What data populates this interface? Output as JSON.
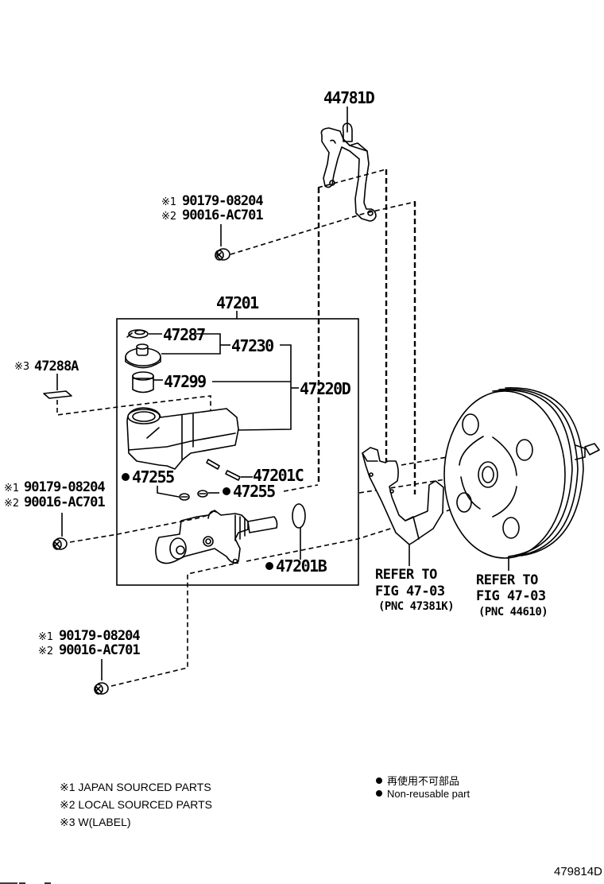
{
  "diagram": {
    "illustration_number": "479814D",
    "assembly": {
      "part_number": "47201"
    },
    "callouts": {
      "bracket_top": "44781D",
      "reservoir_cap_seal": "47287",
      "reservoir_cap_assy": "47230",
      "grommet": "47299",
      "reservoir_assy": "47220D",
      "label": "47288A",
      "label_mark": "※3",
      "pin": "47201C",
      "grommet_left": "47255",
      "grommet_right": "47255",
      "o_ring": "47201B",
      "non_reusable_marker": "●"
    },
    "nut_callouts": [
      {
        "mark1": "※1",
        "part1": "90179-08204",
        "mark2": "※2",
        "part2": "90016-AC701"
      },
      {
        "mark1": "※1",
        "part1": "90179-08204",
        "mark2": "※2",
        "part2": "90016-AC701"
      },
      {
        "mark1": "※1",
        "part1": "90179-08204",
        "mark2": "※2",
        "part2": "90016-AC701"
      }
    ],
    "references": [
      {
        "line1": "REFER TO",
        "line2": "FIG 47-03",
        "line3": "(PNC 47381K)"
      },
      {
        "line1": "REFER TO",
        "line2": "FIG 47-03",
        "line3": "(PNC 44610)"
      }
    ],
    "legend": {
      "notes": [
        "※1 JAPAN SOURCED PARTS",
        "※2 LOCAL SOURCED PARTS",
        "※3 W(LABEL)"
      ],
      "non_reusable": {
        "symbol": "●",
        "japanese": "再使用不可部品",
        "english": "Non-reusable part"
      }
    }
  }
}
